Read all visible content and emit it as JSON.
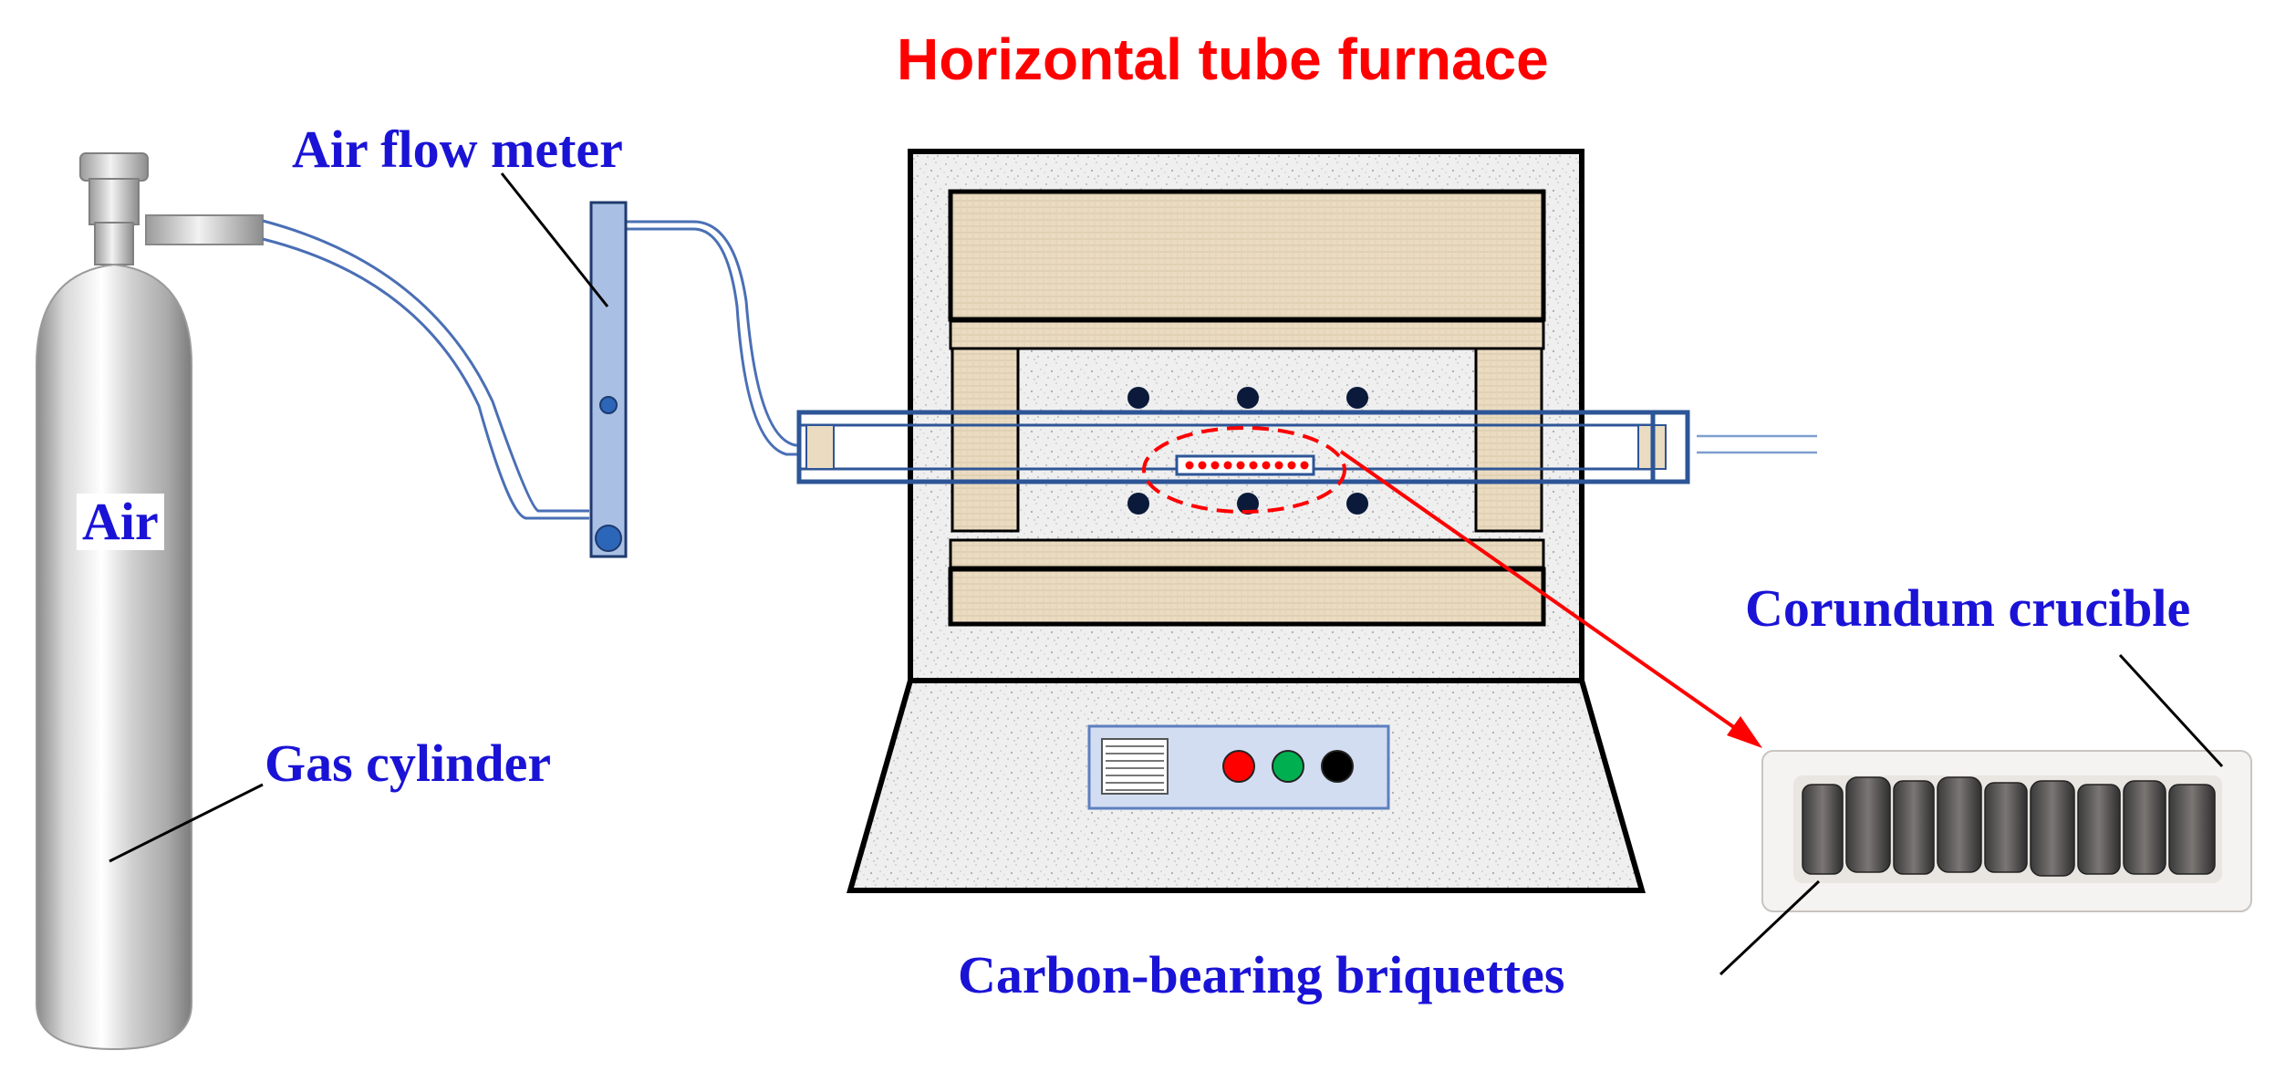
{
  "title": "Horizontal tube furnace",
  "labels": {
    "air_flow_meter": "Air flow meter",
    "air": "Air",
    "gas_cylinder": "Gas cylinder",
    "corundum_crucible": "Corundum crucible",
    "carbon_bearing_briquettes": "Carbon-bearing briquettes"
  },
  "colors": {
    "label_blue": "#1a13d6",
    "title_red": "#ff0000",
    "tube_blue": "#2d5597",
    "insulation_tan": "#eadbc1",
    "panel_blue": "#d2ddf1",
    "button_red": "#ff0000",
    "button_green": "#00b050",
    "button_black": "#000000"
  },
  "icons": {
    "cylinder": "gas-cylinder-icon",
    "flow_meter": "flow-meter-icon",
    "furnace": "tube-furnace-icon",
    "crucible": "crucible-photo-icon"
  }
}
